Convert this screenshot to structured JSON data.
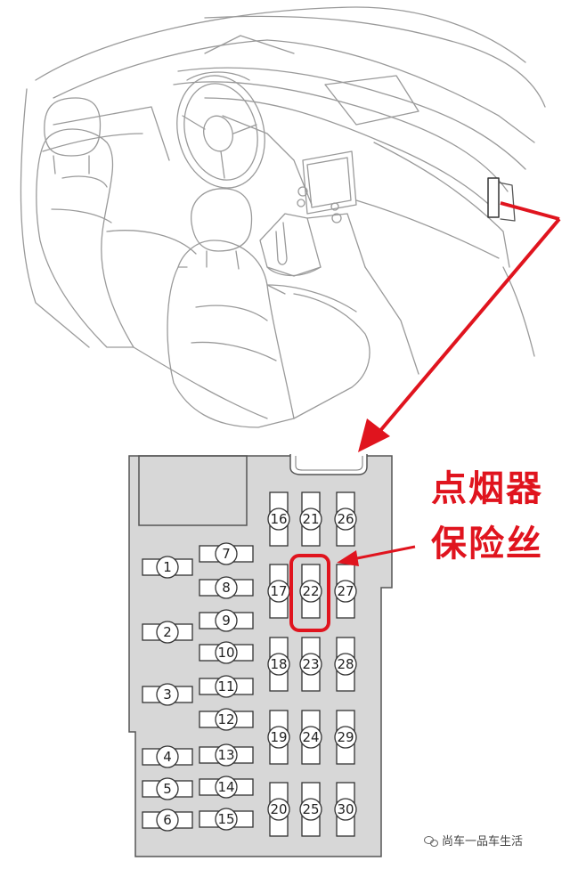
{
  "callout": {
    "line1": "点烟器",
    "line2": "保险丝",
    "color": "#e0141e"
  },
  "fuse_box": {
    "panel_color": "#d7d7d7",
    "highlighted_fuse": "22",
    "left_large_fuses": [
      "1",
      "2",
      "3",
      "4",
      "5",
      "6"
    ],
    "middle_small_fuses": [
      "7",
      "8",
      "9",
      "10",
      "11",
      "12",
      "13",
      "14",
      "15"
    ],
    "right_vertical_fuses": [
      [
        "16",
        "21",
        "26"
      ],
      [
        "17",
        "22",
        "27"
      ],
      [
        "18",
        "23",
        "28"
      ],
      [
        "19",
        "24",
        "29"
      ],
      [
        "20",
        "25",
        "30"
      ]
    ]
  },
  "watermark": {
    "text": "尚车一品车生活",
    "icon": "wechat-icon"
  }
}
